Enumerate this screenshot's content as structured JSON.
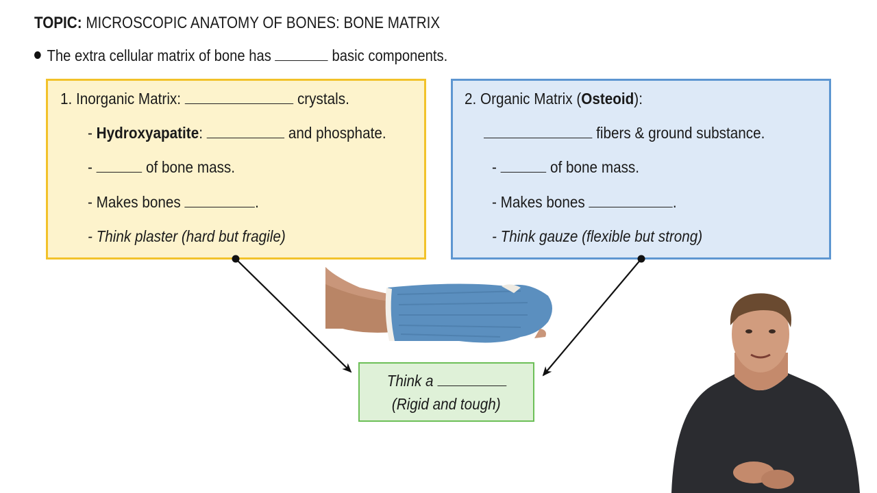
{
  "topic": {
    "prefix": "TOPIC:",
    "title": "MICROSCOPIC ANATOMY OF BONES: BONE MATRIX"
  },
  "bullet": {
    "before": "The extra cellular matrix of bone has",
    "after": "basic components."
  },
  "inorganic": {
    "heading_before": "1. Inorganic Matrix:",
    "heading_after": "crystals.",
    "line1_dash": "-",
    "line1_bold": "Hydroxyapatite",
    "line1_colon": ":",
    "line1_after": "and phosphate.",
    "line2_dash": "-",
    "line2_after": "of bone mass.",
    "line3_before": "- Makes bones",
    "line3_after": ".",
    "line4": "- Think plaster (hard but fragile)"
  },
  "organic": {
    "heading_before": "2. Organic Matrix (",
    "heading_bold": "Osteoid",
    "heading_after": "):",
    "line1_after": "fibers & ground substance.",
    "line2_dash": "-",
    "line2_after": "of bone mass.",
    "line3_before": "- Makes bones",
    "line3_after": ".",
    "line4": "- Think gauze (flexible but strong)"
  },
  "think": {
    "line1": "Think a",
    "line2": "(Rigid and tough)"
  },
  "colors": {
    "inorganic_fill": "#fdf3cc",
    "inorganic_border": "#f2c22a",
    "organic_fill": "#dde9f7",
    "organic_border": "#5d96d1",
    "think_fill": "#dff1d8",
    "think_border": "#6cbf57",
    "cast": "#5b8fbf",
    "presenter_shirt": "#2b2c30"
  }
}
